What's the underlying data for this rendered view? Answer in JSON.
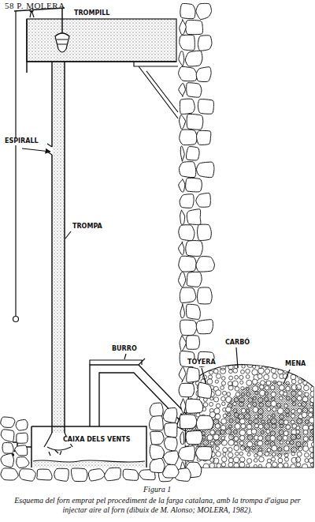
{
  "diagram": {
    "caption": "Esquema del forn emprat pel procediment de la farga catalana, amb la trompa d'aigua per injectar aire al forn (dibuix de M. Alonso; MOLERA, 1982).",
    "labels": [
      "58 P. MOLERA",
      "TROMPILL",
      "ESPIRALL",
      "TROMPA",
      "BURRO",
      "TOYERA",
      "CARBÓ",
      "MENA",
      "CAIXA DELS VENTS",
      "Figura 1"
    ]
  }
}
